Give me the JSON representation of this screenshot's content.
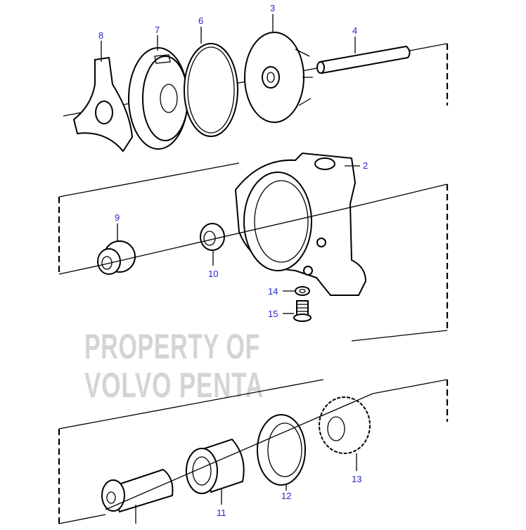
{
  "diagram": {
    "watermark": [
      "PROPERTY OF",
      "VOLVO PENTA"
    ],
    "callouts": {
      "p1": "",
      "p2": "2",
      "p3": "3",
      "p4": "4",
      "p6": "6",
      "p7": "7",
      "p8": "8",
      "p9": "9",
      "p10": "10",
      "p11": "11",
      "p12": "12",
      "p13": "13",
      "p14": "14",
      "p15": "15"
    },
    "label_color": "#2626c8"
  }
}
